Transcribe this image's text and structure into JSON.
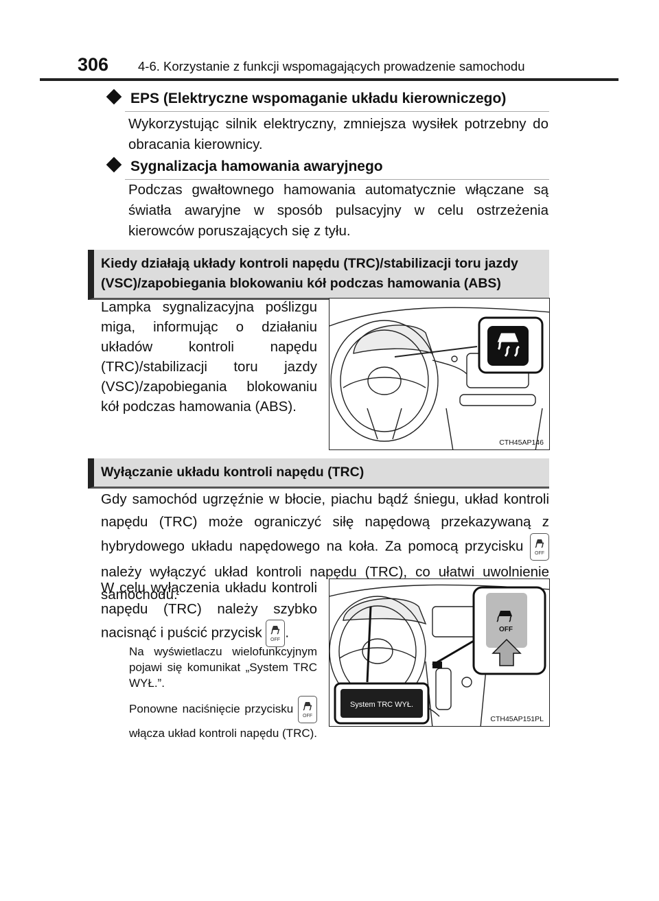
{
  "header": {
    "page_number": "306",
    "running_title": "4-6. Korzystanie z funkcji wspomagających prowadzenie samochodu"
  },
  "eps": {
    "heading": "EPS (Elektryczne wspomaganie układu kierowniczego)",
    "text": "Wykorzystując silnik elektryczny, zmniejsza wysiłek potrzebny do obracania kierownicy."
  },
  "emergency_signal": {
    "heading": "Sygnalizacja hamowania awaryjnego",
    "text": "Podczas gwałtownego hamowania automatycznie włączane są światła awaryjne w sposób pulsacyjny w celu ostrzeżenia kierowców poruszających się z tyłu."
  },
  "section_active": {
    "title": "Kiedy działają układy kontroli napędu (TRC)/stabilizacji toru jazdy (VSC)/zapobiegania blokowaniu kół podczas hamowania (ABS)",
    "text": "Lampka sygnalizacyjna poślizgu miga, informując o działaniu układów kontroli napędu (TRC)/stabilizacji toru jazdy (VSC)/zapobiegania blokowaniu kół podczas hamowania (ABS).",
    "figure_code": "CTH45AP146"
  },
  "section_disable": {
    "title": "Wyłączanie układu kontroli napędu (TRC)",
    "text_a": "Gdy samochód ugrzęźnie w błocie, piachu bądź śniegu, układ kontroli napędu (TRC) może ograniczyć siłę napędową przekazywaną z hybrydowego układu napędowego na koła. Za pomocą przycisku",
    "text_b": "należy wyłączyć układ kontroli napędu (TRC), co ułatwi uwolnienie samochodu.",
    "instr_a": "W celu wyłączenia układu kontroli napędu (TRC) należy szybko nacisnąć i puścić przycisk",
    "instr_b": ".",
    "note1": "Na wyświetlaczu wielofunkcyjnym pojawi się komunikat „System TRC WYŁ.”.",
    "note2_a": "Ponowne naciśnięcie przycisku",
    "note2_b": "włącza układ kontroli napędu (TRC).",
    "display_message": "System TRC WYŁ.",
    "button_label": "OFF",
    "figure_code": "CTH45AP151PL"
  }
}
